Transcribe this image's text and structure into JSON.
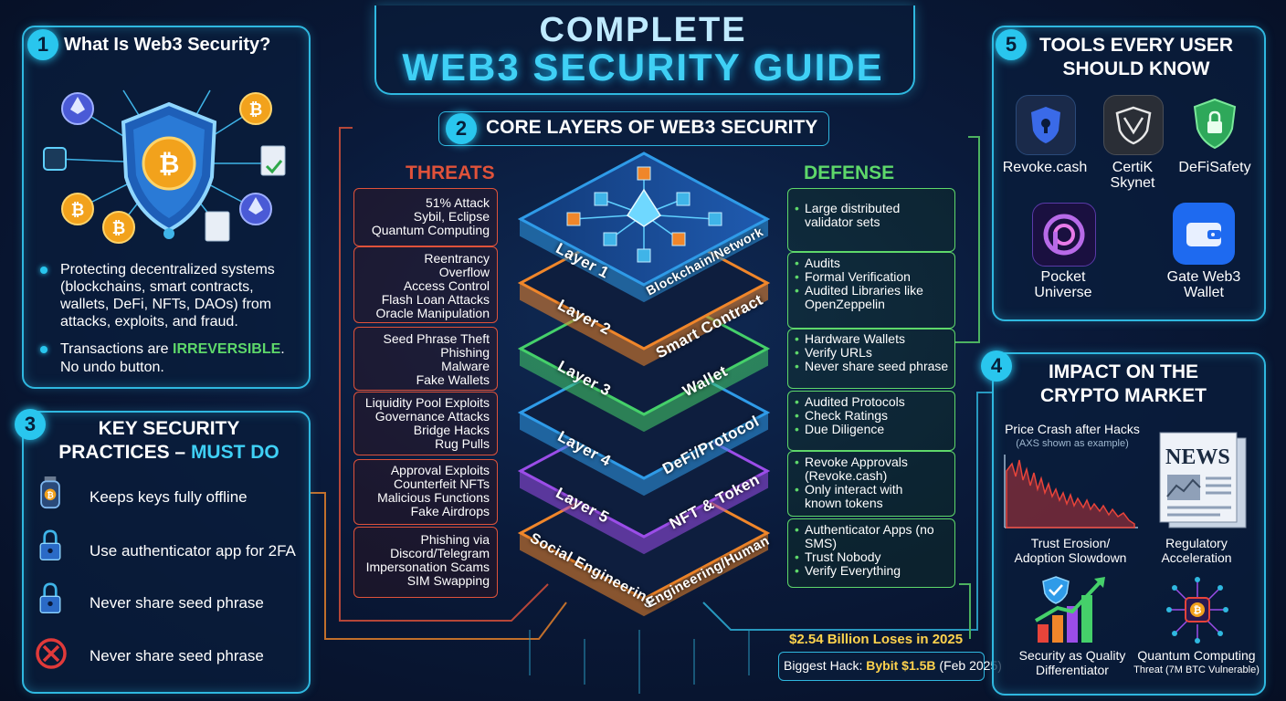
{
  "title": {
    "line1": "COMPLETE",
    "line2": "WEB3 SECURITY GUIDE"
  },
  "section1": {
    "number": "1",
    "heading": "What Is Web3 Security?",
    "bullet1": "Protecting decentralized systems (blockchains, smart contracts, wallets, DeFi, NFTs, DAOs) from attacks, exploits, and fraud.",
    "bullet2_prefix": "Transactions are ",
    "bullet2_emph": "IRREVERSIBLE",
    "bullet2_suffix": ".",
    "bullet2_line2": "No undo button."
  },
  "section2": {
    "number": "2",
    "heading": "CORE LAYERS OF WEB3 SECURITY",
    "threats_heading": "THREATS",
    "defense_heading": "DEFENSE",
    "threats": [
      [
        "51% Attack",
        "Sybil, Eclipse",
        "Quantum Computing"
      ],
      [
        "Reentrancy",
        "Overflow",
        "Access Control",
        "Flash Loan Attacks",
        "Oracle Manipulation"
      ],
      [
        "Seed Phrase Theft",
        "Phishing",
        "Malware",
        "Fake Wallets"
      ],
      [
        "Liquidity Pool Exploits",
        "Governance Attacks",
        "Bridge Hacks",
        "Rug Pulls"
      ],
      [
        "Approval Exploits",
        "Counterfeit NFTs",
        "Malicious Functions",
        "Fake Airdrops"
      ],
      [
        "Phishing via",
        "Discord/Telegram",
        "Impersonation Scams",
        "SIM Swapping"
      ]
    ],
    "defenses": [
      [
        "Large distributed",
        "validator sets"
      ],
      [
        "Audits",
        "Formal Verification",
        "Audited Libraries like",
        "OpenZeppelin"
      ],
      [
        "Hardware Wallets",
        "Verify URLs",
        "Never share seed phrase"
      ],
      [
        "Audited Protocols",
        "Check Ratings",
        "Due Diligence"
      ],
      [
        "Revoke Approvals",
        "(Revoke.cash)",
        "Only interact with",
        "known tokens"
      ],
      [
        "Authenticator Apps (no",
        "SMS)",
        "Trust Nobody",
        "Verify Everything"
      ]
    ],
    "layers": [
      {
        "num": "Layer 1",
        "name": "Blockchain/Network",
        "color": "#2f9be8"
      },
      {
        "num": "Layer 2",
        "name": "Smart Contract",
        "color": "#f0862a"
      },
      {
        "num": "Layer 3",
        "name": "Wallet",
        "color": "#45d06a"
      },
      {
        "num": "Layer 4",
        "name": "DeFi/Protocol",
        "color": "#2f9be8"
      },
      {
        "num": "Layer 5",
        "name": "NFT & Token",
        "color": "#9b4de8"
      },
      {
        "num": "Social Engineering",
        "name": "Engineering/Human",
        "color": "#f0862a"
      }
    ]
  },
  "section3": {
    "number": "3",
    "heading_line1": "KEY SECURITY",
    "heading_line2_prefix": "PRACTICES – ",
    "heading_line2_emph": "MUST DO",
    "items": [
      {
        "icon": "hardware-wallet-icon",
        "label": "Keeps keys fully offline"
      },
      {
        "icon": "padlock-icon",
        "label": "Use authenticator app for 2FA"
      },
      {
        "icon": "padlock-icon",
        "label": "Never share seed phrase"
      },
      {
        "icon": "prohibited-icon",
        "label": "Never share seed phrase"
      }
    ]
  },
  "section4": {
    "number": "4",
    "heading_line1": "IMPACT ON THE",
    "heading_line2": "CRYPTO MARKET",
    "chart_title": "Price Crash after Hacks",
    "chart_subtitle": "(AXS shown as example)",
    "news_label": "NEWS",
    "impacts": [
      {
        "line1": "Trust Erosion/",
        "line2": "Adoption Slowdown"
      },
      {
        "line1": "Regulatory",
        "line2": "Acceleration"
      },
      {
        "line1": "Security as Quality",
        "line2": "Differentiator"
      },
      {
        "line1": "Quantum Computing",
        "line2": "Threat (7M BTC Vulnerable)"
      }
    ]
  },
  "section5": {
    "number": "5",
    "heading_line1": "TOOLS EVERY USER",
    "heading_line2": "SHOULD KNOW",
    "tools": [
      {
        "line1": "Revoke.cash",
        "line2": ""
      },
      {
        "line1": "CertiK",
        "line2": "Skynet"
      },
      {
        "line1": "DeFiSafety",
        "line2": ""
      },
      {
        "line1": "Pocket",
        "line2": "Universe"
      },
      {
        "line1": "Gate Web3",
        "line2": "Wallet"
      }
    ]
  },
  "stats": {
    "losses": "$2.54 Billion Loses in 2025",
    "hack_prefix": "Biggest Hack: ",
    "hack_emph": "Bybit $1.5B",
    "hack_suffix": " (Feb 2025)"
  },
  "colors": {
    "accent": "#29c6ee",
    "threat": "#e0523a",
    "defense": "#5ed86a",
    "highlight": "#ffd34d"
  }
}
